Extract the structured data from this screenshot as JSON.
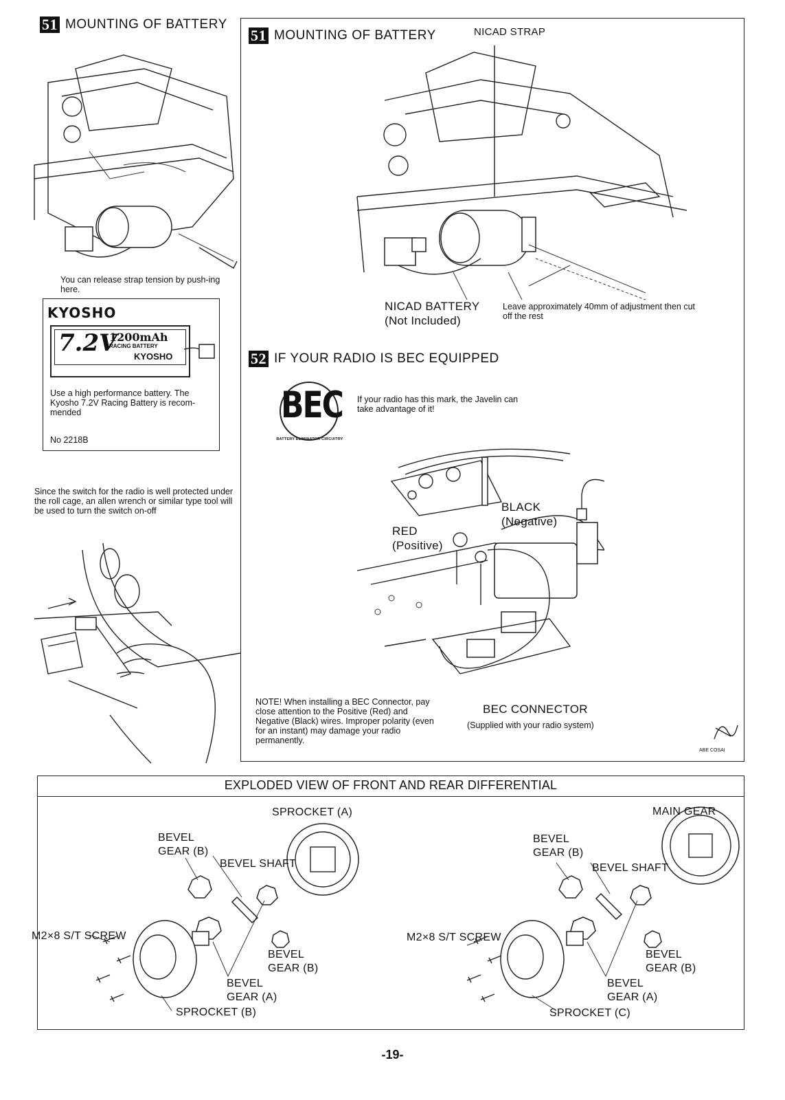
{
  "left": {
    "step_num": "51",
    "title": "MOUNTING OF BATTERY",
    "strap_note": "You can release strap tension by push-ing here.",
    "battery_box": {
      "logo": "KYOSHO",
      "label_big": "7.2V",
      "label_mah": "1200mAh",
      "label_racing": "RACING BATTERY",
      "label_brand": "KYOSHO",
      "note": "Use a high performance battery. The Kyosho 7.2V Racing Battery is recom-mended",
      "part_no": "No 2218B"
    },
    "switch_note": "Since the switch for the radio is well protected under the roll cage, an allen wrench or similar type tool will be used to turn the switch on-off"
  },
  "right": {
    "step51_num": "51",
    "step51_title": "MOUNTING OF BATTERY",
    "nicad_strap": "NICAD STRAP",
    "nicad_battery": "NICAD BATTERY",
    "not_included": "(Not Included)",
    "leave_note": "Leave approximately 40mm of adjustment then cut off the rest",
    "step52_num": "52",
    "step52_title": "IF YOUR RADIO IS BEC EQUIPPED",
    "bec_logo": "BEC",
    "bec_ring": "BATTERY ELIMINATOR CIRCUITRY",
    "bec_note": "If your radio has this mark, the Javelin can take advantage of it!",
    "black": "BLACK",
    "negative": "(Negative)",
    "red": "RED",
    "positive": "(Positive)",
    "bec_connector": "BEC CONNECTOR",
    "supplied": "(Supplied with your radio system)",
    "install_note": "NOTE! When installing a BEC Connector, pay close attention to the Positive (Red) and Negative (Black) wires. Improper polarity (even for an instant) may damage your radio permanently.",
    "signature": "ABE COSAI"
  },
  "exploded": {
    "title": "EXPLODED VIEW OF FRONT AND REAR DIFFERENTIAL",
    "left": {
      "sprocket_a": "SPROCKET (A)",
      "bevel_gear_b_1": "BEVEL",
      "bevel_gear_b_2": "GEAR (B)",
      "bevel_shaft": "BEVEL SHAFT",
      "screw": "M2×8 S/T SCREW",
      "bevel_b2_1": "BEVEL",
      "bevel_b2_2": "GEAR (B)",
      "bevel_a_1": "BEVEL",
      "bevel_a_2": "GEAR (A)",
      "sprocket_b": "SPROCKET (B)"
    },
    "right": {
      "main_gear": "MAIN GEAR",
      "bevel_gear_b_1": "BEVEL",
      "bevel_gear_b_2": "GEAR (B)",
      "bevel_shaft": "BEVEL SHAFT",
      "screw": "M2×8 S/T SCREW",
      "bevel_b2_1": "BEVEL",
      "bevel_b2_2": "GEAR (B)",
      "bevel_a_1": "BEVEL",
      "bevel_a_2": "GEAR (A)",
      "sprocket_c": "SPROCKET (C)"
    }
  },
  "page_number": "-19-"
}
